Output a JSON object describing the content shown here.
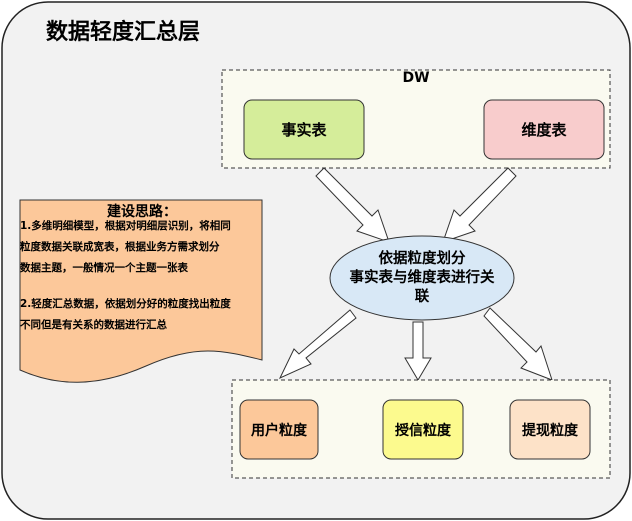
{
  "title": "数据轻度汇总层",
  "dw": {
    "label": "DW",
    "fact_table": "事实表",
    "dim_table": "维度表"
  },
  "center": {
    "line1": "依据粒度划分",
    "line2": "事实表与维度表进行关",
    "line3": "联"
  },
  "notes": {
    "title": "建设思路：",
    "p1_lines": [
      "1.多维明细模型，根据对明细层识别，将相同",
      "粒度数据关联成宽表，根据业务方需求划分",
      "数据主题，一般情况一个主题一张表"
    ],
    "p2_lines": [
      "2.轻度汇总数据，依据划分好的粒度找出粒度",
      "不同但是有关系的数据进行汇总"
    ]
  },
  "granularity": {
    "user": "用户粒度",
    "credit": "授信粒度",
    "withdraw": "提现粒度"
  },
  "colors": {
    "outer_bg": "#f2f2f2",
    "dashed_bg": "#fafaf0",
    "fact_fill": "#d5ed9a",
    "dim_fill": "#f8cccc",
    "center_fill": "#d8e8f6",
    "notes_fill": "#fcc89a",
    "user_fill": "#fcc89a",
    "credit_fill": "#fcfa8e",
    "withdraw_fill": "#fde2c8"
  }
}
